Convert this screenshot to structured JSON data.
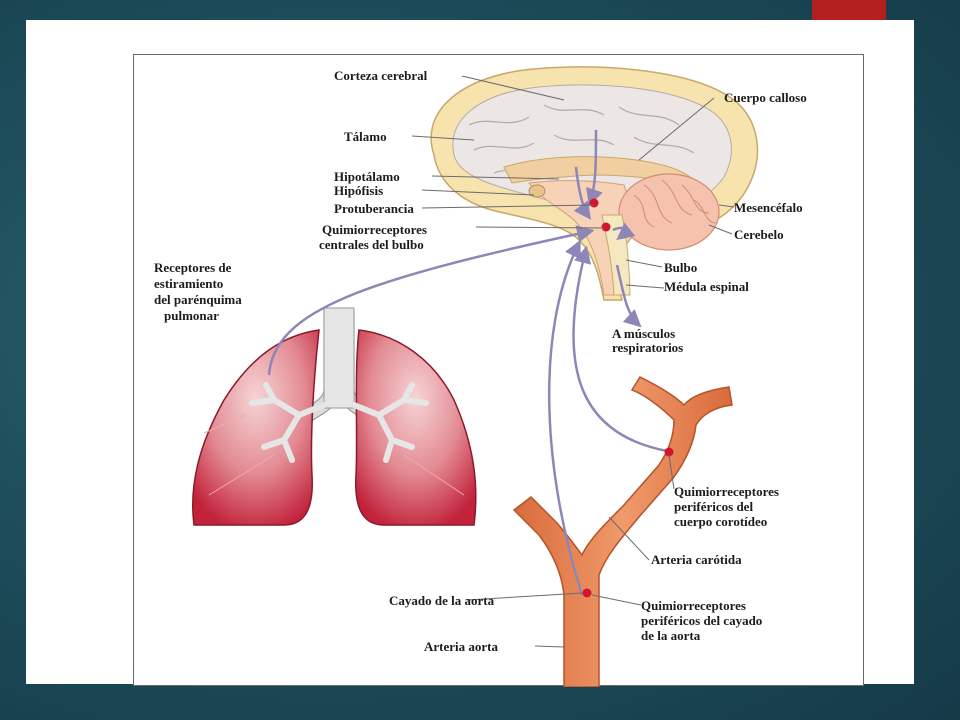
{
  "diagram": {
    "labels": {
      "corteza": "Corteza cerebral",
      "cuerpo_calloso": "Cuerpo calloso",
      "talamo": "Tálamo",
      "hipotalamo": "Hipotálamo",
      "hipofisis": "Hipófisis",
      "protuberancia": "Protuberancia",
      "mesencefalo": "Mesencéfalo",
      "quimio_centrales_1": "Quimiorreceptores",
      "quimio_centrales_2": "centrales del bulbo",
      "cerebelo": "Cerebelo",
      "bulbo": "Bulbo",
      "medula": "Médula espinal",
      "receptores_1": "Receptores de",
      "receptores_2": "estiramiento",
      "receptores_3": "del parénquima",
      "receptores_4": "pulmonar",
      "musculos_1": "A músculos",
      "musculos_2": "respiratorios",
      "periferico_carotideo_1": "Quimiorreceptores",
      "periferico_carotideo_2": "periféricos del",
      "periferico_carotideo_3": "cuerpo corotídeo",
      "arteria_carotida": "Arteria carótida",
      "cayado": "Cayado de la aorta",
      "periferico_cayado_1": "Quimiorreceptores",
      "periferico_cayado_2": "periféricos del cayado",
      "periferico_cayado_3": "de la aorta",
      "arteria_aorta": "Arteria aorta"
    }
  },
  "colors": {
    "background": "#1f4f5d",
    "accent": "#b31f1f",
    "arrow": "#8f86b8",
    "artery": "#e8875a",
    "lung": "#d2485a",
    "brain": "#f3e2a8",
    "receptor_dot": "#d4142a"
  }
}
